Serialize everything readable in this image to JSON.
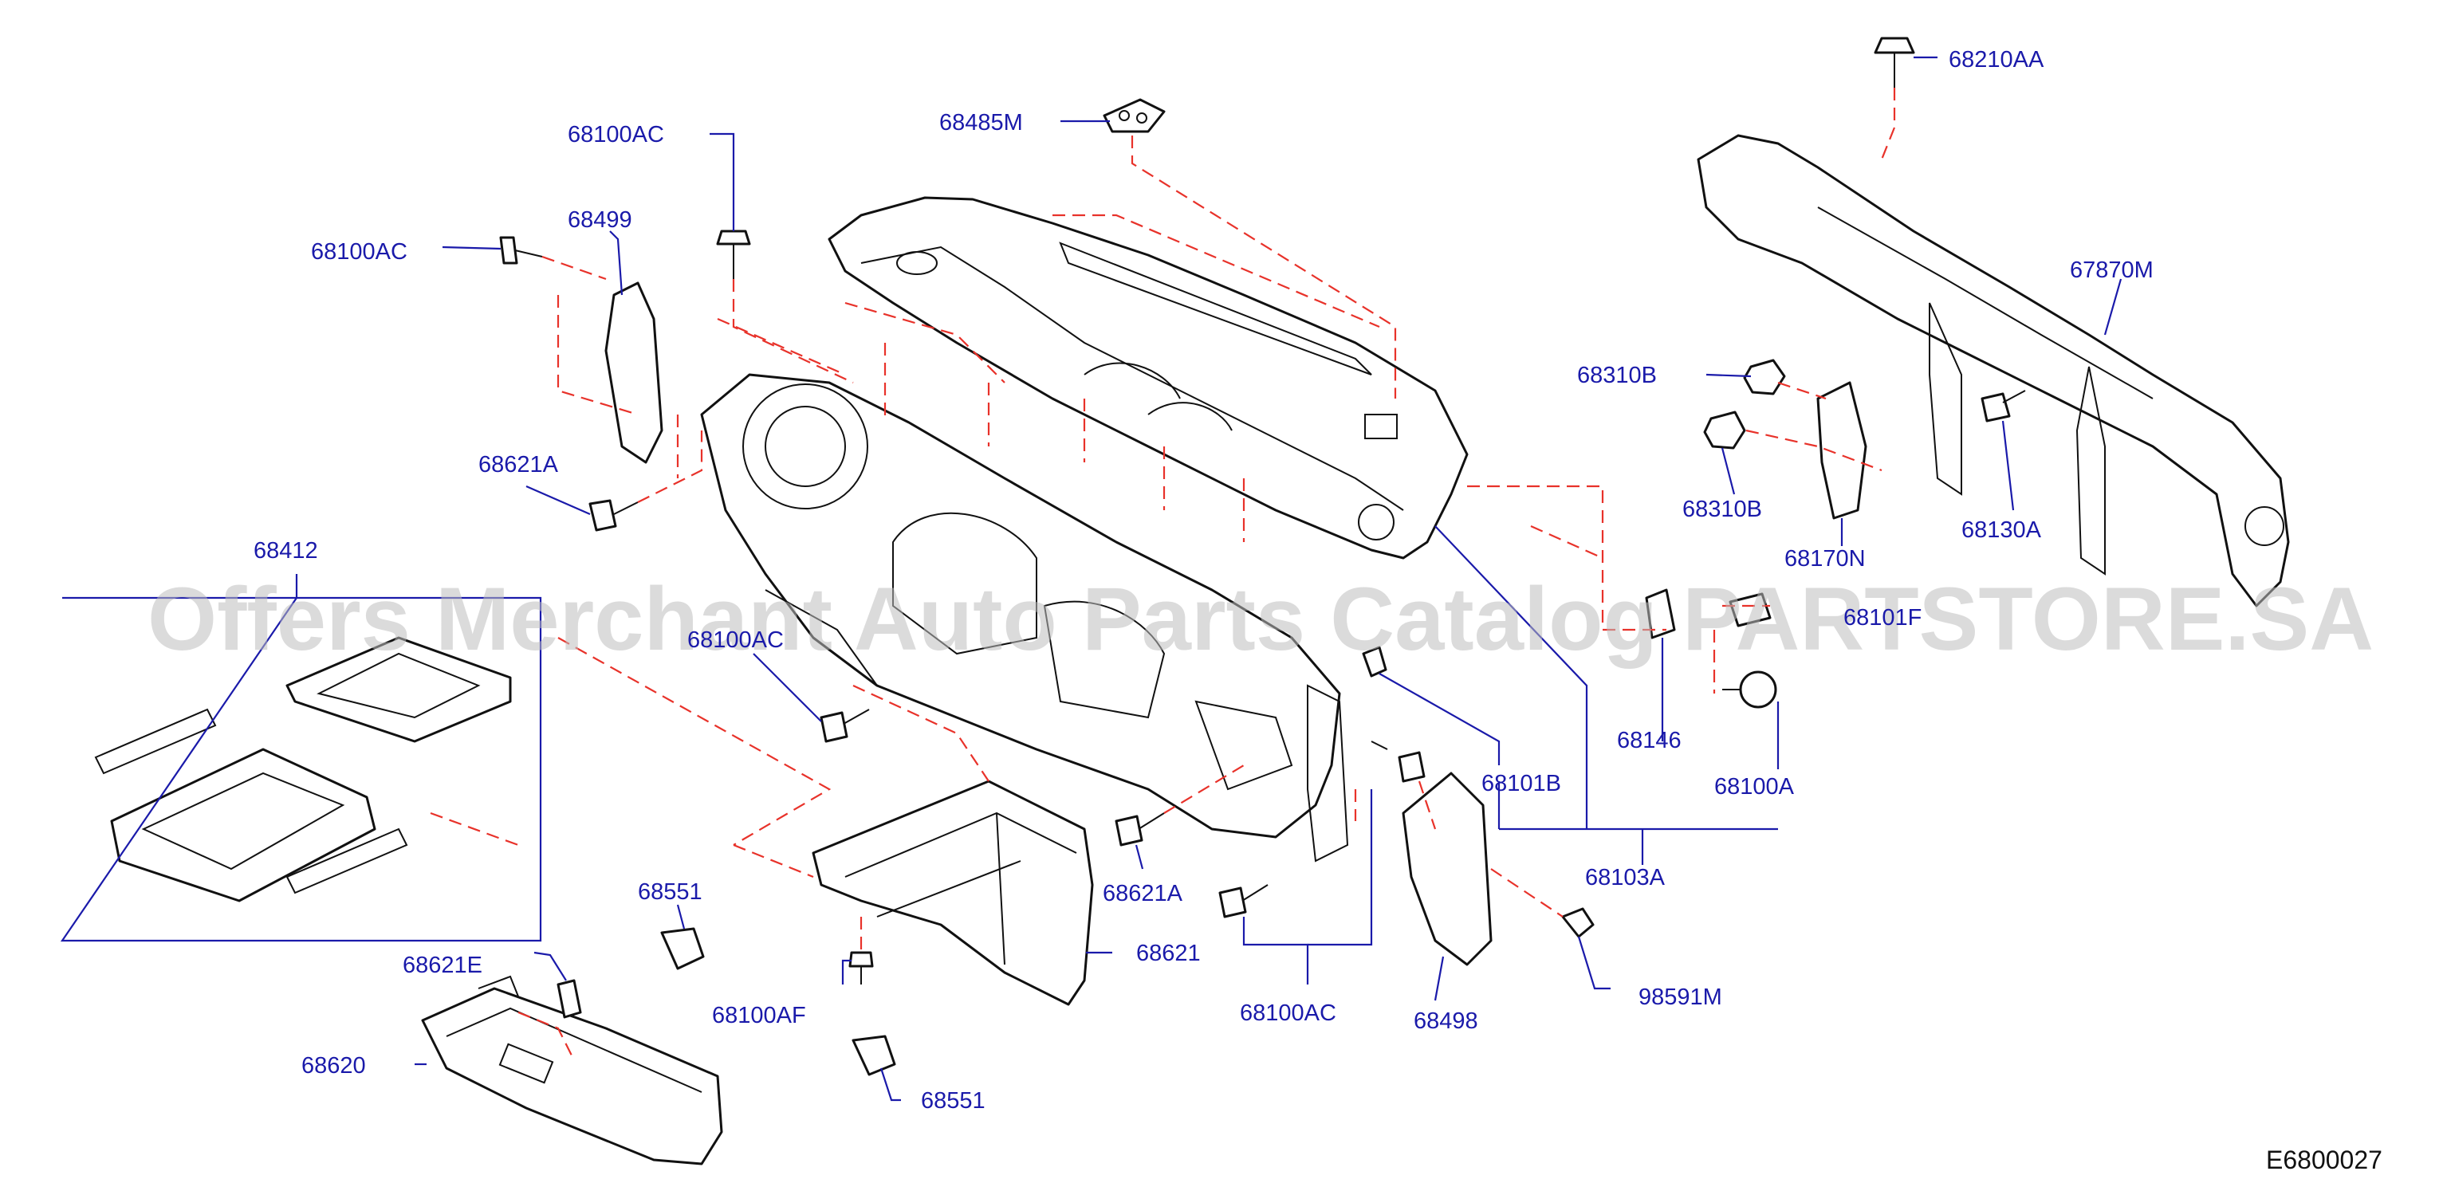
{
  "diagram": {
    "watermark": "Offers Merchant Auto Parts Catalog PARTSTORE.SA",
    "diagram_code": "E6800027",
    "labels": {
      "p68485M": "68485M",
      "p68100AC_top": "68100AC",
      "p68100AC_left": "68100AC",
      "p68499": "68499",
      "p68621A_left": "68621A",
      "p68412": "68412",
      "p68100AC_mid": "68100AC",
      "p68551_upper": "68551",
      "p68621E": "68621E",
      "p68620": "68620",
      "p68100AF": "68100AF",
      "p68551_lower": "68551",
      "p68621A_mid": "68621A",
      "p68621": "68621",
      "p68100AC_bottom": "68100AC",
      "p68498": "68498",
      "p98591M": "98591M",
      "p68101B": "68101B",
      "p68146": "68146",
      "p68100A": "68100A",
      "p68103A": "68103A",
      "p68101F": "68101F",
      "p68210AA": "68210AA",
      "p67870M": "67870M",
      "p68310B_upper": "68310B",
      "p68310B_lower": "68310B",
      "p68170N": "68170N",
      "p68130A": "68130A"
    }
  }
}
